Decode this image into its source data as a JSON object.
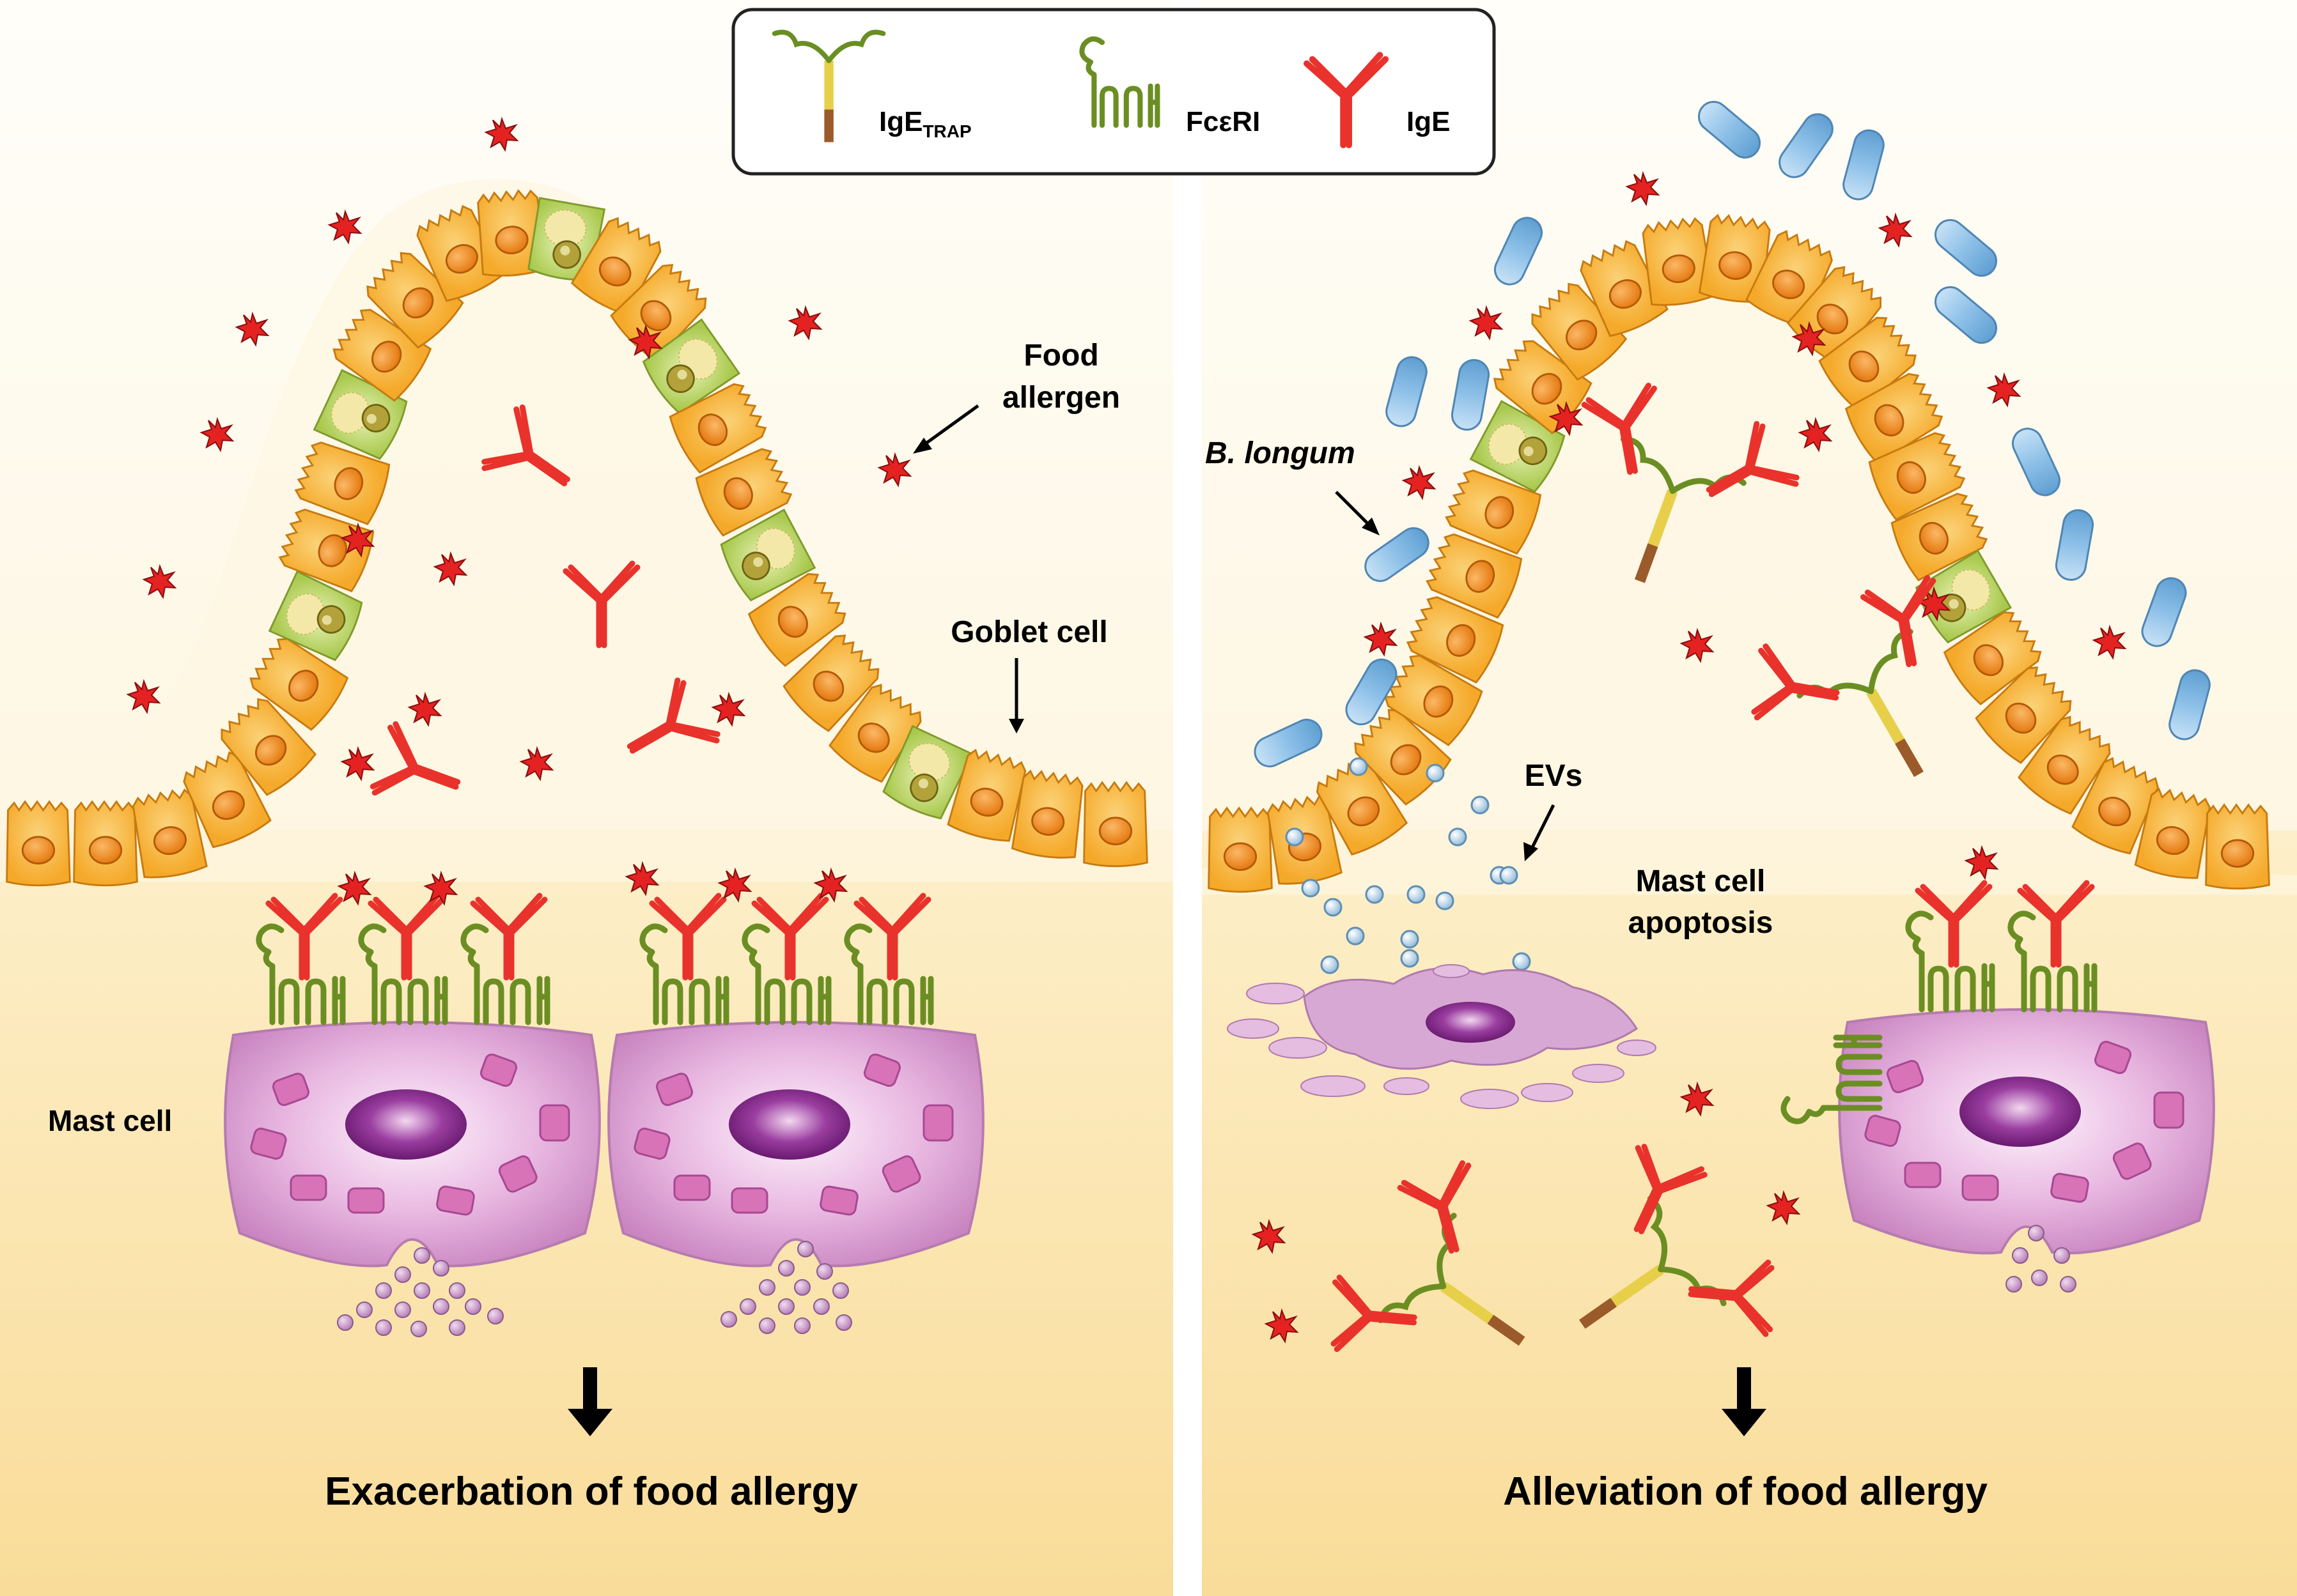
{
  "legend": {
    "igetrap_main": "IgE",
    "igetrap_sub": "TRAP",
    "fceri": "FcεRI",
    "ige": "IgE"
  },
  "left_panel": {
    "food_allergen_line1": "Food",
    "food_allergen_line2": "allergen",
    "goblet_cell": "Goblet cell",
    "mast_cell": "Mast cell",
    "outcome": "Exacerbation of food allergy"
  },
  "right_panel": {
    "b_longum": "B. longum",
    "evs": "EVs",
    "apoptosis_line1": "Mast cell",
    "apoptosis_line2": "apoptosis",
    "outcome": "Alleviation of food allergy"
  },
  "colors": {
    "background_top": "#fffdf5",
    "background_bottom": "#f9dc99",
    "epithelium": "#f7b53a",
    "nucleus": "#f08a1c",
    "goblet": "#c2dc73",
    "ige": "#e8322b",
    "fceri": "#6b8e23",
    "trap_yellow": "#e7cf4a",
    "trap_brown": "#9b5a2a",
    "mast_cell": "#d89fd2",
    "granule": "#d873b8",
    "mast_nucleus": "#8a2f8f",
    "bacteria": "#89bde6",
    "ev": "#b7d6ec",
    "allergen": "#e52222"
  }
}
